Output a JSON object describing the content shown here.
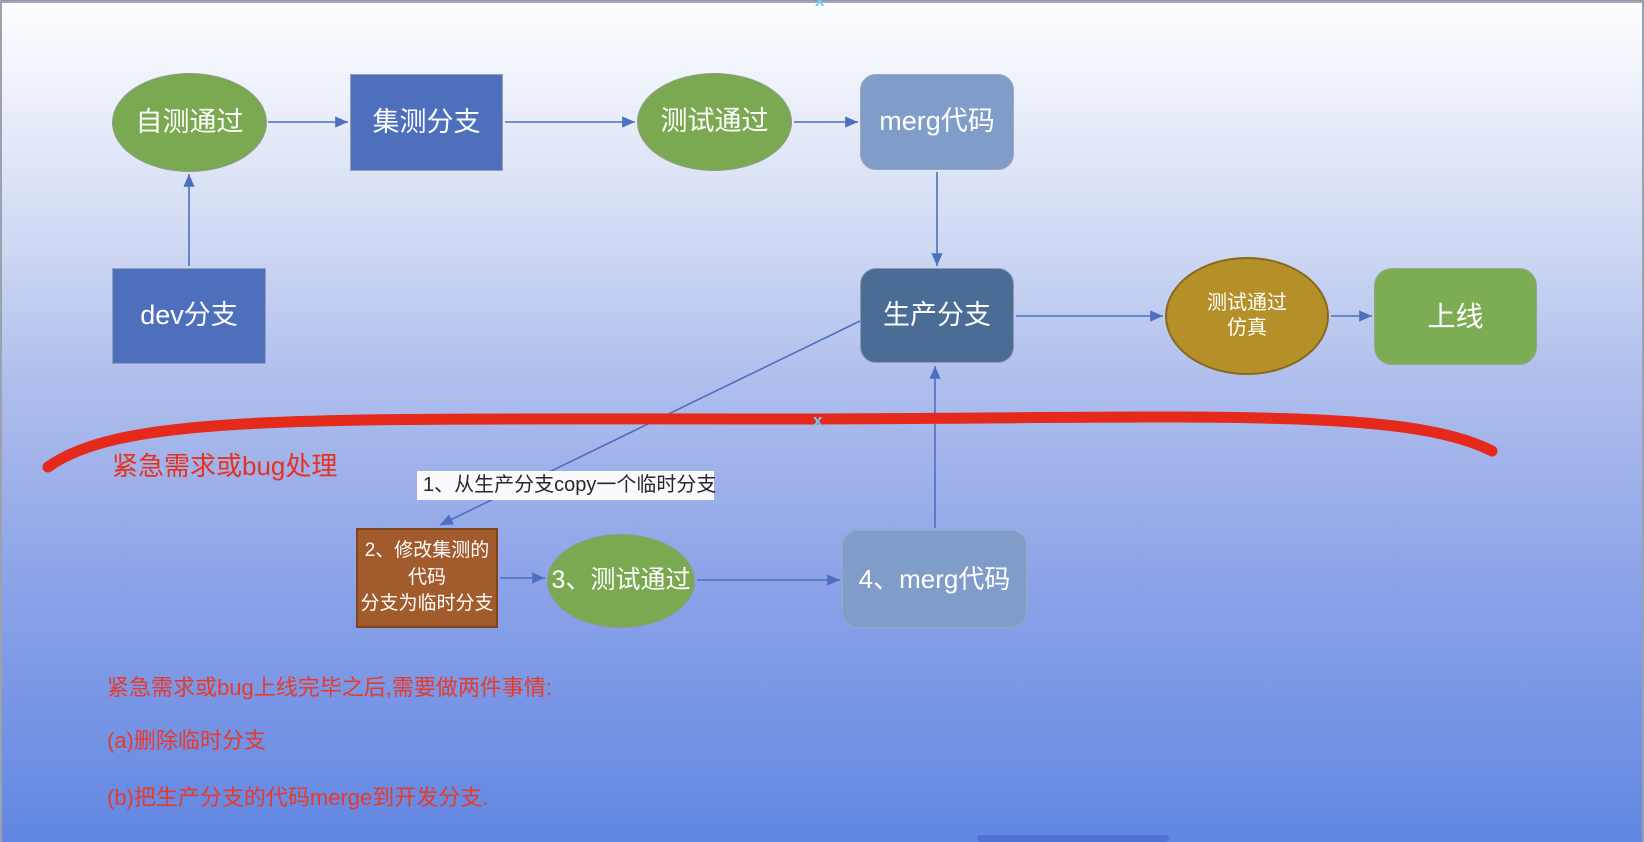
{
  "colors": {
    "node_green": "#7ba952",
    "node_blue": "#4d6fbc",
    "node_light_blue": "#7f9dc8",
    "node_slate_blue": "#4b6d95",
    "node_gold": "#b58f28",
    "node_brown": "#a15b2d",
    "node_bright_green": "#7cad55",
    "annotation_red": "#e8301f",
    "arc_red": "#e52a1c",
    "connector_blue": "#4d6fc0",
    "handle_cyan": "#74c9ee"
  },
  "nodes": {
    "self_test": {
      "label": "自测通过"
    },
    "integration_branch": {
      "label": "集测分支"
    },
    "test_pass": {
      "label": "测试通过"
    },
    "merge_code": {
      "label": "merg代码"
    },
    "dev_branch": {
      "label": "dev分支"
    },
    "production_branch": {
      "label": "生产分支"
    },
    "sim_test": {
      "line1": "测试通过",
      "line2": "仿真"
    },
    "online": {
      "label": "上线"
    },
    "step2": {
      "line1": "2、修改集测的代码",
      "line2": "分支为临时分支"
    },
    "step3": {
      "label": "3、测试通过"
    },
    "step4": {
      "label": "4、merg代码"
    }
  },
  "annotations": {
    "section_title": "紧急需求或bug处理",
    "step1_label": "1、从生产分支copy一个临时分支",
    "note_heading": "紧急需求或bug上线完毕之后,需要做两件事情:",
    "note_a": "(a)删除临时分支",
    "note_b": "(b)把生产分支的代码merge到开发分支."
  },
  "markers": {
    "handle_glyph": "x"
  }
}
